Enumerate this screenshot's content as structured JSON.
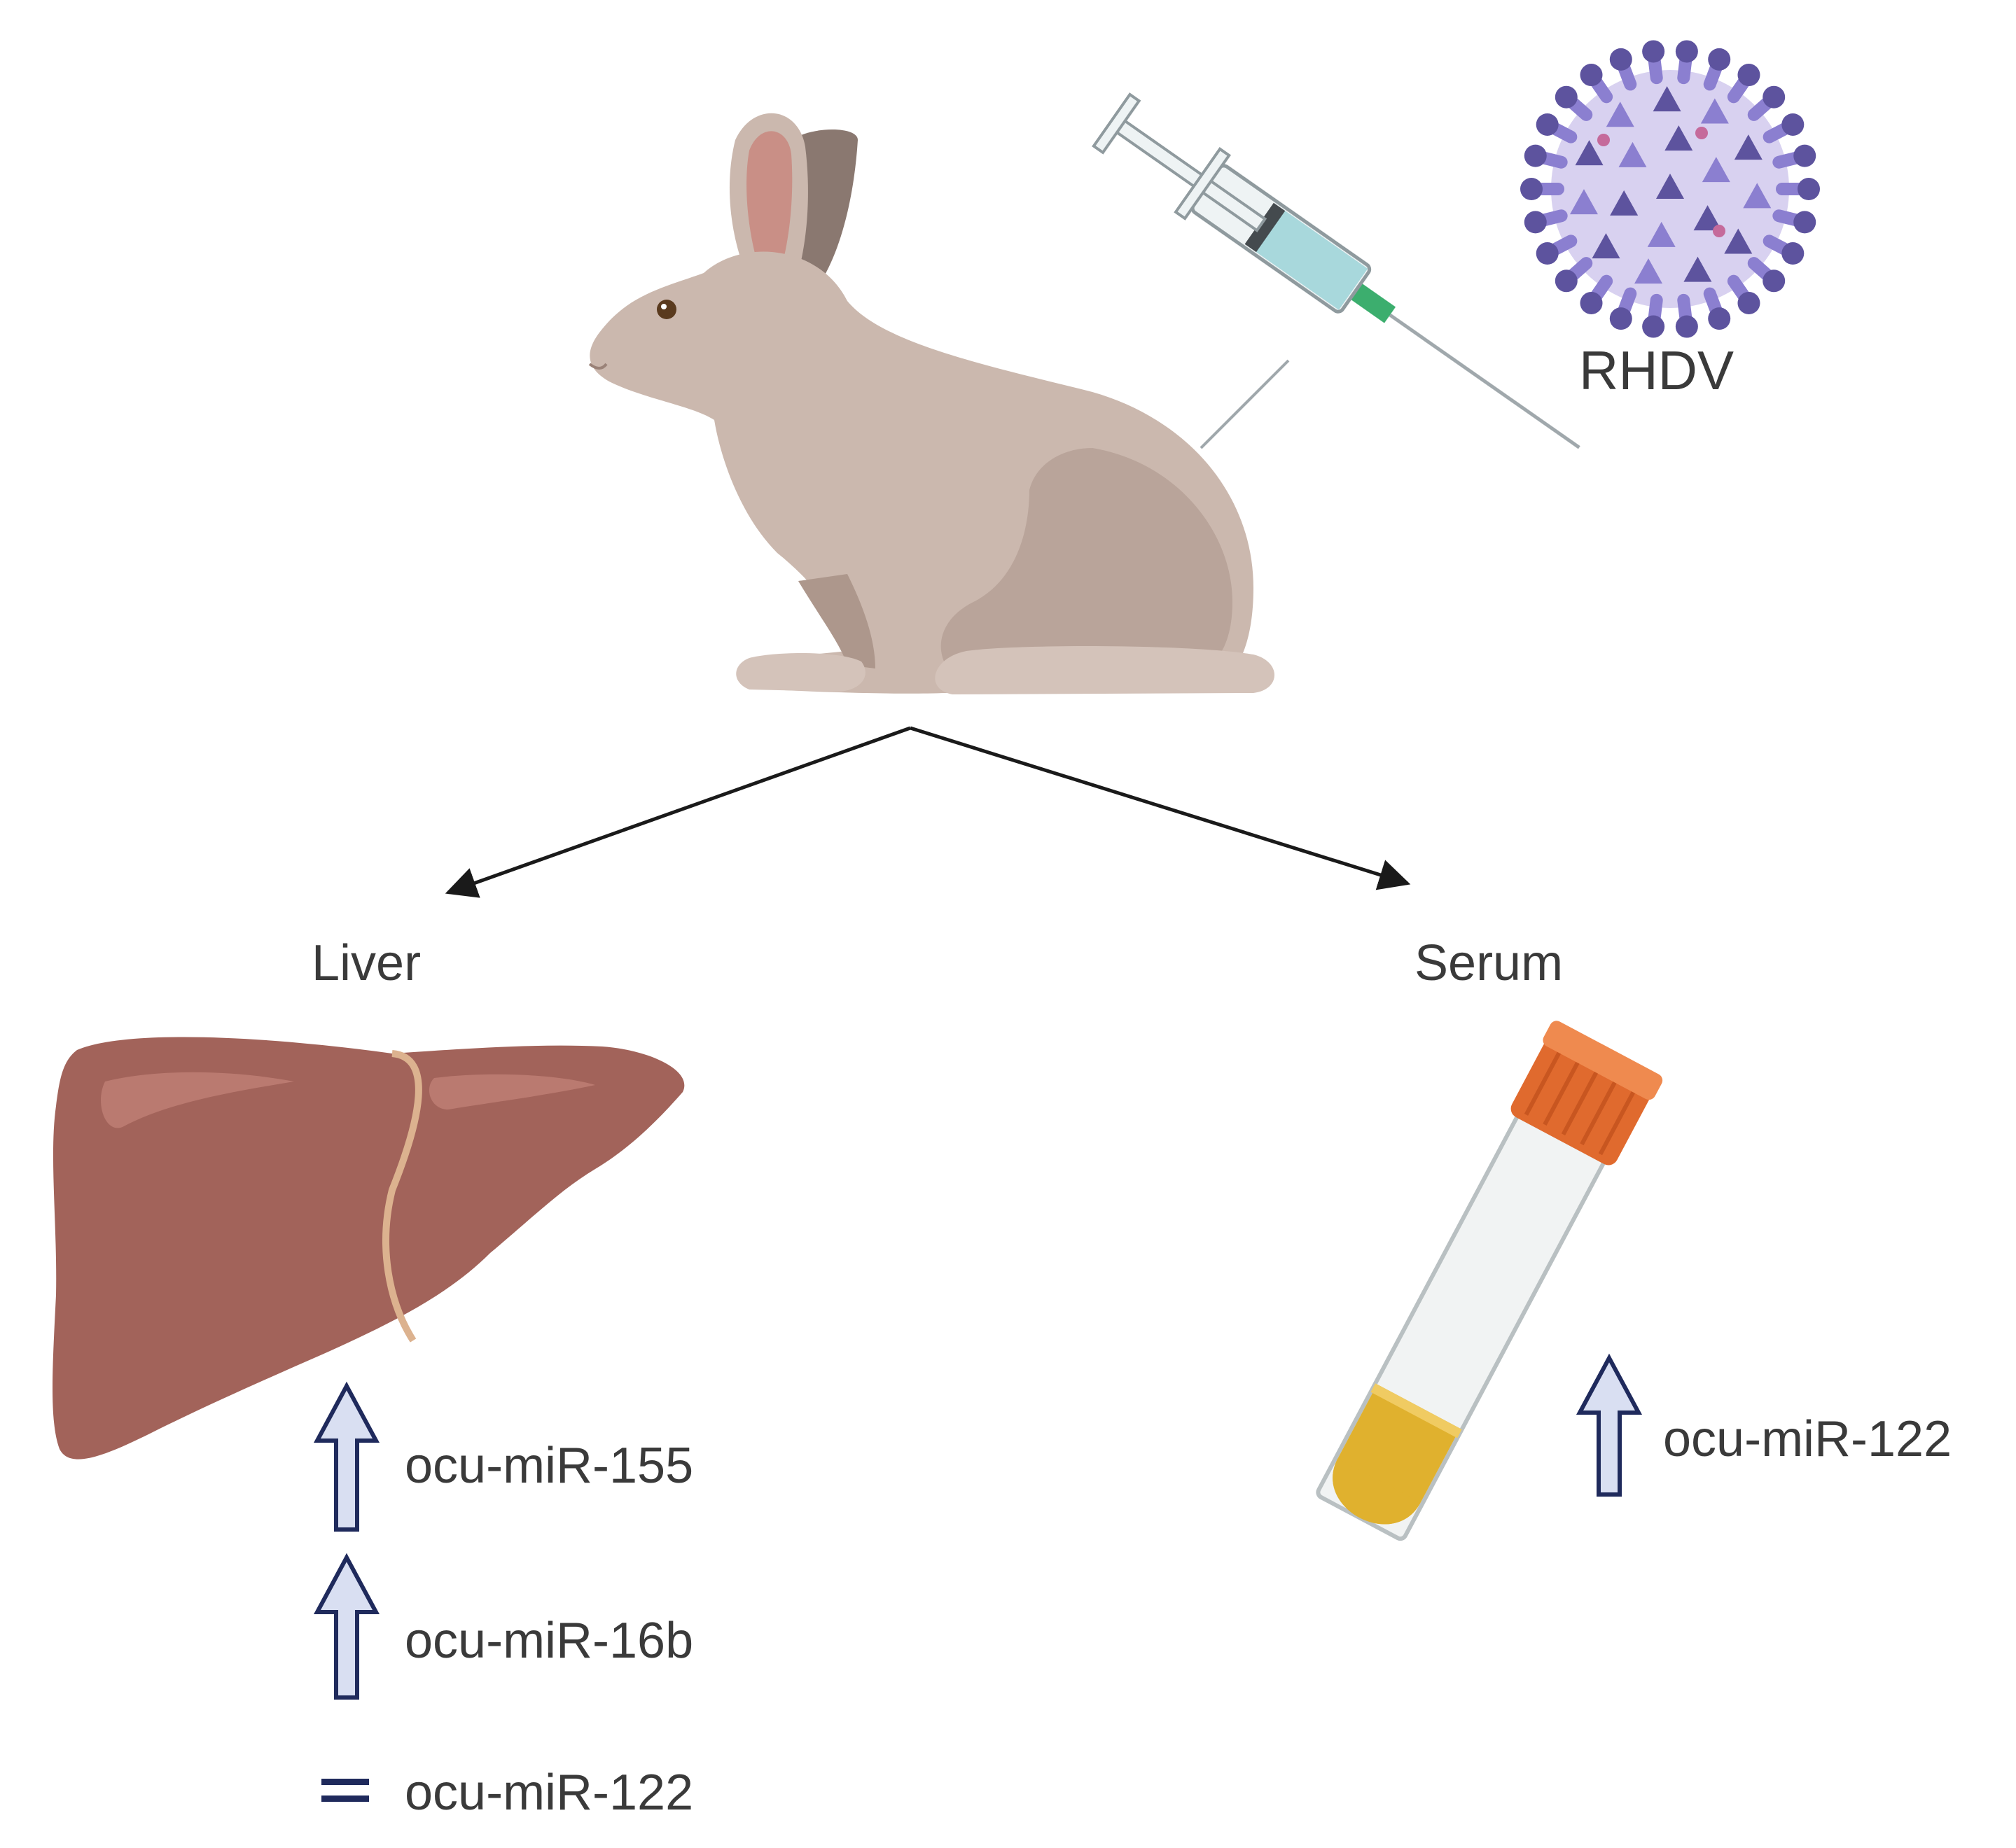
{
  "virus": {
    "label": "RHDV"
  },
  "branches": {
    "liver": {
      "label": "Liver",
      "mirnas": [
        {
          "name": "ocu-miR-155",
          "change": "up"
        },
        {
          "name": "ocu-miR-16b",
          "change": "up"
        },
        {
          "name": "ocu-miR-122",
          "change": "unchanged"
        }
      ]
    },
    "serum": {
      "label": "Serum",
      "mirnas": [
        {
          "name": "ocu-miR-122",
          "change": "up"
        }
      ]
    }
  },
  "colors": {
    "rabbit": "#cbb8ae",
    "rabbit_shadow": "#ad978c",
    "ear_inner": "#c98f86",
    "virus": "#8b7fd0",
    "virus_dark": "#5d539e",
    "virus_light": "#d8d1f0",
    "liver": "#a2635a",
    "liver_highlight": "#c08076",
    "gallbladder_line": "#dcb28f",
    "tube_cap": "#e06a2e",
    "serum": "#e0b12e",
    "arrow_fill": "#d9dff2",
    "arrow_stroke": "#1f2a5c",
    "equals": "#1f2a5c",
    "syringe_liquid": "#a8d8dc",
    "needle_hub": "#3cae6e"
  }
}
